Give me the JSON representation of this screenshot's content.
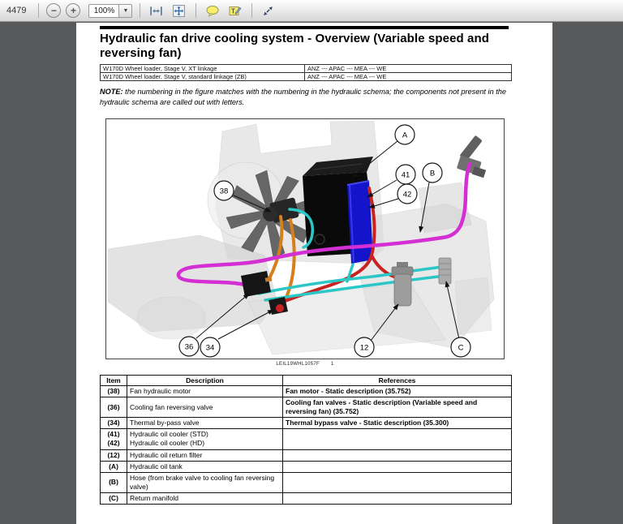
{
  "toolbar": {
    "page_number": "4479",
    "zoom_out_glyph": "−",
    "zoom_in_glyph": "+",
    "zoom_level": "100%",
    "dropdown_glyph": "▼",
    "icon_names": [
      "fit-width-icon",
      "fit-page-icon",
      "comment-icon",
      "text-annotation-icon",
      "expand-icon"
    ]
  },
  "doc": {
    "title": "Hydraulic fan drive cooling system - Overview (Variable speed and reversing fan)",
    "model_table": {
      "rows": [
        {
          "model": "W170D Wheel loader, Stage V, XT linkage",
          "regions": "ANZ --- APAC --- MEA --- WE"
        },
        {
          "model": "W170D Wheel loader, Stage V, standard linkage (ZB)",
          "regions": "ANZ --- APAC --- MEA --- WE"
        }
      ]
    },
    "note_label": "NOTE:",
    "note_text": "the numbering in the figure matches with the numbering in the hydraulic schema; the components not present in the hydraulic schema are called out with letters.",
    "figure": {
      "caption": "LEIL19WHL1057F",
      "caption_number": "1",
      "callouts": [
        "38",
        "A",
        "41",
        "42",
        "B",
        "36",
        "34",
        "12",
        "C"
      ]
    },
    "items_table": {
      "headers": [
        "Item",
        "Description",
        "References"
      ],
      "rows": [
        {
          "item": "(38)",
          "description": "Fan hydraulic motor",
          "references": "Fan motor - Static description (35.752)"
        },
        {
          "item": "(36)",
          "description": "Cooling fan reversing valve",
          "references": "Cooling fan valves - Static description (Variable speed and reversing fan) (35.752)"
        },
        {
          "item": "(34)",
          "description": "Thermal by-pass valve",
          "references": "Thermal bypass valve - Static description (35.300)"
        },
        {
          "item": "(41)\n(42)",
          "description": "Hydraulic oil cooler (STD)\nHydraulic oil cooler (HD)",
          "references": ""
        },
        {
          "item": "(12)",
          "description": "Hydraulic oil return filter",
          "references": ""
        },
        {
          "item": "(A)",
          "description": "Hydraulic oil tank",
          "references": ""
        },
        {
          "item": "(B)",
          "description": "Hose (from brake valve to cooling fan reversing valve)",
          "references": ""
        },
        {
          "item": "(C)",
          "description": "Return manifold",
          "references": ""
        }
      ]
    }
  },
  "colors": {
    "viewer_background": "#58595b",
    "cooler_blue": "#1414cb",
    "hose_magenta": "#d32fd3",
    "hose_cyan": "#2bc7c7",
    "hose_red": "#c92222",
    "hose_orange": "#d77e1d",
    "annotation_yellow": "#f7ef6a"
  }
}
